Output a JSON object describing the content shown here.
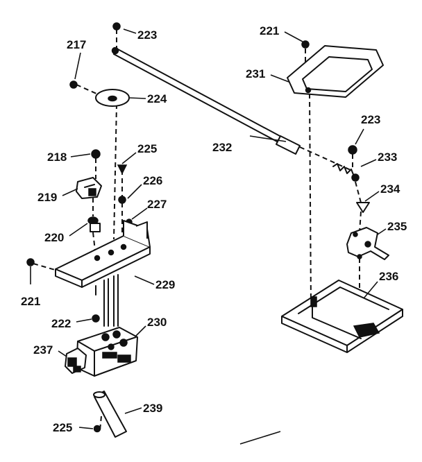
{
  "labels": {
    "p217": "217",
    "p218": "218",
    "p219": "219",
    "p220": "220",
    "p221_left": "221",
    "p221_top": "221",
    "p222": "222",
    "p223_top": "223",
    "p223_right": "223",
    "p224": "224",
    "p225_mid": "225",
    "p225_bottom": "225",
    "p226": "226",
    "p227": "227",
    "p229": "229",
    "p230": "230",
    "p231": "231",
    "p232": "232",
    "p233": "233",
    "p234": "234",
    "p235": "235",
    "p236": "236",
    "p237": "237",
    "p239": "239"
  }
}
